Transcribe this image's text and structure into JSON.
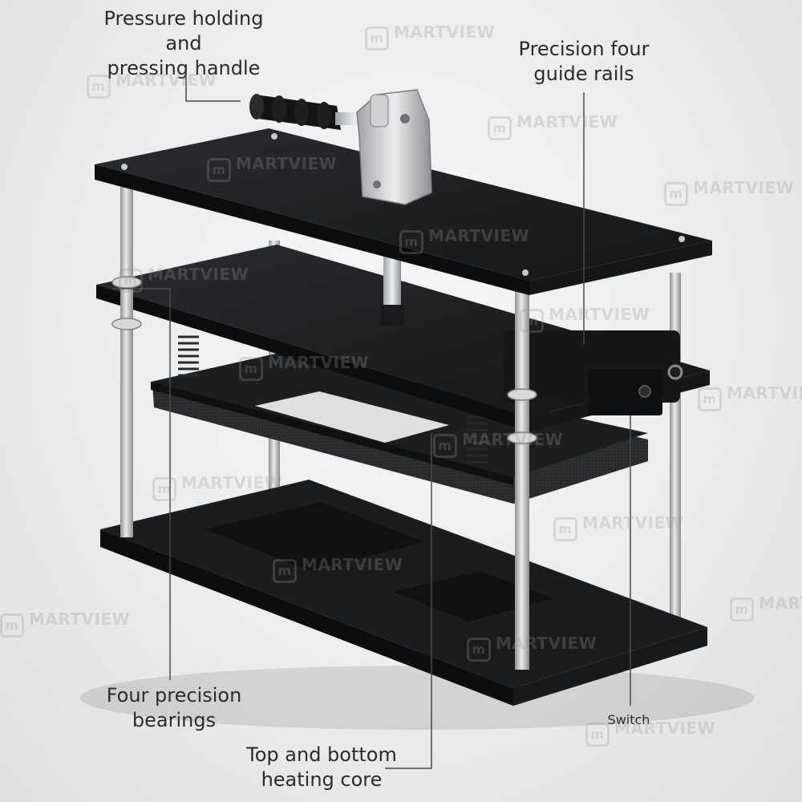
{
  "callouts": {
    "handle": "Pressure holding and\npressing handle",
    "rails": "Precision four\nguide rails",
    "bearings": "Four precision\nbearings",
    "heating": "Top and bottom\nheating core",
    "switch": "Switch"
  },
  "watermark": {
    "text": "MARTVIEW",
    "logo": "m"
  },
  "colors": {
    "plate": "#1d1e20",
    "plate_edge": "#0f1011",
    "rail": "#c9cbcc",
    "background": "#ececec"
  }
}
